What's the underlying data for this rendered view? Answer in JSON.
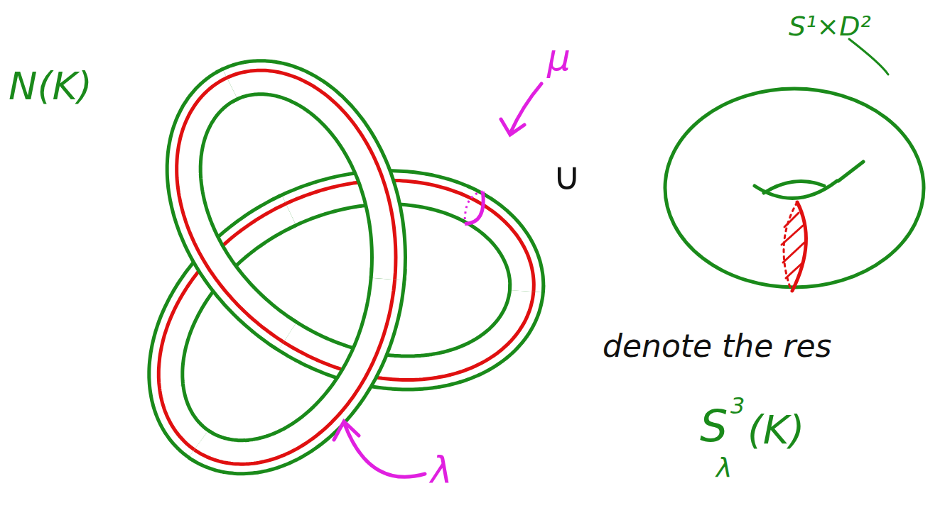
{
  "diagram": {
    "labels": [
      "N(K)",
      "μ",
      "λ",
      "∪",
      "S¹×D²",
      "denote the res",
      "S",
      "3",
      "λ",
      "(K)"
    ]
  }
}
